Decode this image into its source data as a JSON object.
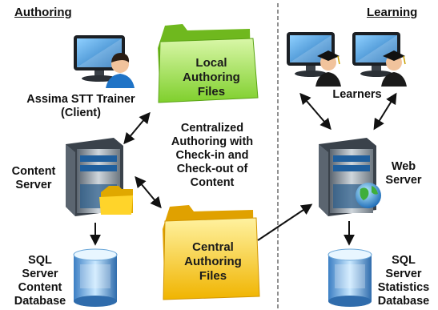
{
  "sections": {
    "left": "Authoring",
    "right": "Learning"
  },
  "nodes": {
    "trainer": [
      "Assima STT Trainer",
      "(Client)"
    ],
    "content_server": [
      "Content",
      "Server"
    ],
    "sql_content": [
      "SQL",
      "Server",
      "Content",
      "Database"
    ],
    "local_files": [
      "Local",
      "Authoring",
      "Files"
    ],
    "central_files": [
      "Central",
      "Authoring",
      "Files"
    ],
    "learners": "Learners",
    "web_server": [
      "Web",
      "Server"
    ],
    "sql_stats": [
      "SQL",
      "Server",
      "Statistics",
      "Database"
    ]
  },
  "center_note": [
    "Centralized",
    "Authoring with",
    "Check-in and",
    "Check-out of",
    "Content"
  ],
  "colors": {
    "local_folder": "#9be04a",
    "central_folder": "#f5c400",
    "divider": "#555555",
    "arrow": "#111111"
  },
  "icons": [
    "monitor-icon",
    "user-icon",
    "graduate-icon",
    "server-tower-icon",
    "database-icon",
    "folder-icon",
    "globe-icon"
  ]
}
